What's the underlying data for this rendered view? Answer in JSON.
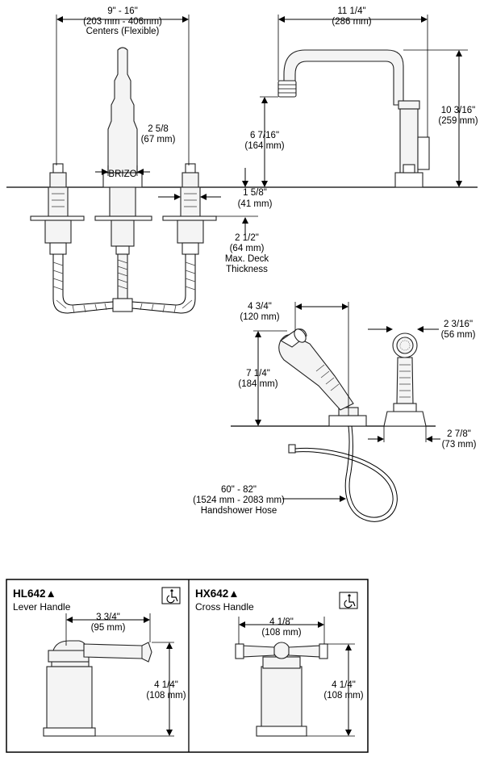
{
  "dimensions": {
    "centers": [
      "9\" - 16\"",
      "(203 mm - 406mm)",
      "Centers (Flexible)"
    ],
    "spout_reach": [
      "11 1/4\"",
      "(286 mm)"
    ],
    "spout_height": [
      "10 3/16\"",
      "(259 mm)"
    ],
    "spout_outlet_height": [
      "6 7/16\"",
      "(164 mm)"
    ],
    "valve_body_width": [
      "2 5/8",
      "(67 mm)"
    ],
    "shank_depth": [
      "1 5/8\"",
      "(41 mm)"
    ],
    "deck_thickness": [
      "2 1/2\"",
      "(64 mm)",
      "Max. Deck",
      "Thickness"
    ],
    "handshower_reach": [
      "4 3/4\"",
      "(120 mm)"
    ],
    "handshower_height": [
      "7 1/4\"",
      "(184 mm)"
    ],
    "handshower_head_width": [
      "2 3/16\"",
      "(56 mm)"
    ],
    "handshower_base": [
      "2 7/8\"",
      "(73 mm)"
    ],
    "hose": [
      "60\" - 82\"",
      "(1524 mm - 2083 mm)",
      "Handshower Hose"
    ]
  },
  "valve_marking": "BRIZO",
  "handles": [
    {
      "model": "HL642",
      "name": "Lever Handle",
      "width": [
        "3 3/4\"",
        "(95 mm)"
      ],
      "height": [
        "4 1/4\"",
        "(108 mm)"
      ],
      "accessibility_icon": "wheelchair-icon"
    },
    {
      "model": "HX642",
      "name": "Cross Handle",
      "width": [
        "4 1/8\"",
        "(108 mm)"
      ],
      "height": [
        "4 1/4\"",
        "(108 mm)"
      ],
      "accessibility_icon": "wheelchair-icon"
    }
  ],
  "model_marker": "▲"
}
